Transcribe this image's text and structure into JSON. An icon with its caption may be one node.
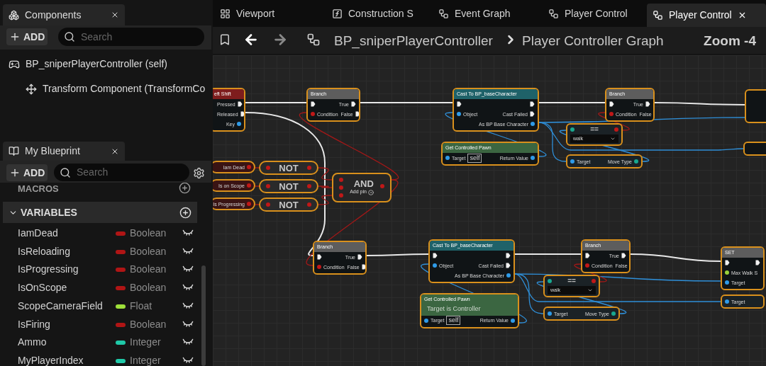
{
  "diagram": {
    "nodes": [
      {
        "text": [
          "eft Shift",
          "Pressed",
          "Released",
          "Key"
        ]
      },
      {
        "text": [
          "Branch",
          "True",
          "Condition",
          "False"
        ]
      },
      {
        "text": [
          "Cast To BP_baseCharacter",
          "Object",
          "Cast Failed",
          "As BP Base Character"
        ]
      },
      {
        "text": [
          "Branch",
          "True",
          "Condition",
          "False"
        ]
      },
      {
        "text": [],
        "shape": "box"
      },
      {
        "text": [
          "Get Controlled Pawn",
          "Target",
          "self",
          "Return Value"
        ]
      },
      {
        "text": [
          "==",
          "walk"
        ]
      },
      {
        "text": [
          "Target",
          "Move Type"
        ]
      },
      {
        "text": [],
        "shape": "box"
      },
      {
        "text": [
          "Iam Dead"
        ]
      },
      {
        "text": [
          "Is on Scope"
        ]
      },
      {
        "text": [
          "Is Progressing"
        ]
      },
      {
        "text": [
          "NOT"
        ]
      },
      {
        "text": [
          "NOT"
        ]
      },
      {
        "text": [
          "NOT"
        ]
      },
      {
        "text": [
          "AND",
          "Add pin"
        ]
      },
      {
        "text": [
          "Branch",
          "True",
          "Condition",
          "False"
        ]
      },
      {
        "text": [
          "Cast To BP_baseCharacter",
          "Object",
          "Cast Failed",
          "As BP Base Character"
        ]
      },
      {
        "text": [
          "Branch",
          "True",
          "Condition",
          "False"
        ]
      },
      {
        "text": [
          "SET",
          "Max Walk S",
          "Target"
        ]
      },
      {
        "text": [
          "Get Controlled Pawn",
          "Target is Controller",
          "Target",
          "self",
          "Return Value"
        ]
      },
      {
        "text": [
          "==",
          "walk"
        ]
      },
      {
        "text": [
          "Target",
          "Move Type"
        ]
      },
      {
        "text": [
          "Target"
        ]
      }
    ],
    "edges": [
      {
        "from": 0,
        "to": 1,
        "arrow": "none",
        "color": "#e8e8e8"
      },
      {
        "from": 1,
        "to": 2,
        "arrow": "none",
        "color": "#e8e8e8"
      },
      {
        "from": 2,
        "to": 3,
        "arrow": "none",
        "color": "#e8e8e8"
      },
      {
        "from": 3,
        "to": 4,
        "arrow": "none",
        "color": "#e8e8e8"
      },
      {
        "from": 0,
        "to": 16,
        "arrow": "none",
        "color": "#e8e8e8"
      },
      {
        "from": 16,
        "to": 17,
        "arrow": "none",
        "color": "#e8e8e8"
      },
      {
        "from": 17,
        "to": 18,
        "arrow": "none",
        "color": "#e8e8e8"
      },
      {
        "from": 18,
        "to": 19,
        "arrow": "none",
        "color": "#e8e8e8"
      },
      {
        "from": 5,
        "to": 2,
        "arrow": "none",
        "color": "#2f8fd8"
      },
      {
        "from": 2,
        "to": 7,
        "arrow": "none",
        "color": "#2f8fd8"
      },
      {
        "from": 7,
        "to": 6,
        "arrow": "none",
        "color": "#2f8fd8"
      },
      {
        "from": 2,
        "to": 4,
        "arrow": "none",
        "color": "#2f8fd8"
      },
      {
        "from": 2,
        "to": 8,
        "arrow": "none",
        "color": "#2f8fd8"
      },
      {
        "from": 20,
        "to": 17,
        "arrow": "none",
        "color": "#2f8fd8"
      },
      {
        "from": 17,
        "to": 22,
        "arrow": "none",
        "color": "#2f8fd8"
      },
      {
        "from": 22,
        "to": 21,
        "arrow": "none",
        "color": "#2f8fd8"
      },
      {
        "from": 17,
        "to": 19,
        "arrow": "none",
        "color": "#2f8fd8"
      },
      {
        "from": 17,
        "to": 23,
        "arrow": "none",
        "color": "#2f8fd8"
      },
      {
        "from": 9,
        "to": 12,
        "arrow": "none",
        "color": "#a01818"
      },
      {
        "from": 10,
        "to": 13,
        "arrow": "none",
        "color": "#a01818"
      },
      {
        "from": 11,
        "to": 14,
        "arrow": "none",
        "color": "#a01818"
      },
      {
        "from": 12,
        "to": 15,
        "arrow": "none",
        "color": "#a01818"
      },
      {
        "from": 13,
        "to": 15,
        "arrow": "none",
        "color": "#a01818"
      },
      {
        "from": 14,
        "to": 15,
        "arrow": "none",
        "color": "#a01818"
      },
      {
        "from": 15,
        "to": 1,
        "arrow": "none",
        "color": "#a01818"
      },
      {
        "from": 15,
        "to": 16,
        "arrow": "none",
        "color": "#a01818"
      },
      {
        "from": 6,
        "to": 3,
        "arrow": "none",
        "color": "#a01818"
      },
      {
        "from": 21,
        "to": 18,
        "arrow": "none",
        "color": "#a01818"
      }
    ],
    "labels": [
      "Components",
      "ADD",
      "Search",
      "BP_sniperPlayerController (self)",
      "Transform Component (TransformCo",
      "My Blueprint",
      "ADD",
      "Search",
      "MACROS",
      "VARIABLES",
      "IamDead",
      "Boolean",
      "IsReloading",
      "Boolean",
      "IsProgressing",
      "Boolean",
      "IsOnScope",
      "Boolean",
      "ScopeCameraField",
      "Float",
      "IsFiring",
      "Boolean",
      "Ammo",
      "Integer",
      "MyPlayerIndex",
      "Integer",
      "Viewport",
      "Construction S",
      "Event Graph",
      "Player Control",
      "Player Control",
      "BP_sniperPlayerController",
      "Player Controller Graph",
      "Zoom -4"
    ]
  }
}
